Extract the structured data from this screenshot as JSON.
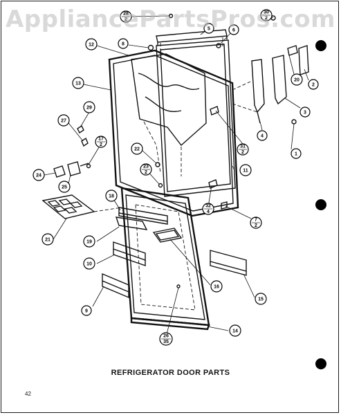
{
  "watermark": "AppliancePartsPros.com",
  "caption": "REFRIGERATOR DOOR PARTS",
  "page_number": "42",
  "callouts": [
    {
      "id": "c28",
      "label": "28"
    },
    {
      "id": "c30",
      "label": "30"
    },
    {
      "id": "c5",
      "label": "5"
    },
    {
      "id": "c6",
      "label": "6"
    },
    {
      "id": "c12",
      "label": "12"
    },
    {
      "id": "c8",
      "label": "8"
    },
    {
      "id": "c13",
      "label": "13"
    },
    {
      "id": "c20",
      "label": "20"
    },
    {
      "id": "c2",
      "label": "2"
    },
    {
      "id": "c3",
      "label": "3"
    },
    {
      "id": "c29",
      "label": "29"
    },
    {
      "id": "c27",
      "label": "27"
    },
    {
      "id": "c17",
      "label": "17"
    },
    {
      "id": "c4",
      "label": "4"
    },
    {
      "id": "c31",
      "label": "31"
    },
    {
      "id": "c22",
      "label": "22"
    },
    {
      "id": "c1",
      "label": "1"
    },
    {
      "id": "c23",
      "label": "23"
    },
    {
      "id": "c24",
      "label": "24"
    },
    {
      "id": "c11",
      "label": "11"
    },
    {
      "id": "c25",
      "label": "25"
    },
    {
      "id": "c18",
      "label": "18"
    },
    {
      "id": "c32",
      "label": "32"
    },
    {
      "id": "c7",
      "label": "7"
    },
    {
      "id": "c21",
      "label": "21"
    },
    {
      "id": "c19",
      "label": "19"
    },
    {
      "id": "c10",
      "label": "10"
    },
    {
      "id": "c16",
      "label": "16"
    },
    {
      "id": "c15",
      "label": "15"
    },
    {
      "id": "c9",
      "label": "9"
    },
    {
      "id": "c26",
      "label": "26"
    },
    {
      "id": "c14",
      "label": "14"
    }
  ],
  "callout_sublabels": [
    {
      "id": "s28",
      "label": "2"
    },
    {
      "id": "s30",
      "label": "2"
    },
    {
      "id": "s17",
      "label": "2"
    },
    {
      "id": "s31",
      "label": "2"
    },
    {
      "id": "s23",
      "label": "2"
    },
    {
      "id": "s32",
      "label": "4"
    },
    {
      "id": "s7",
      "label": "2"
    },
    {
      "id": "s26",
      "label": "35"
    }
  ]
}
